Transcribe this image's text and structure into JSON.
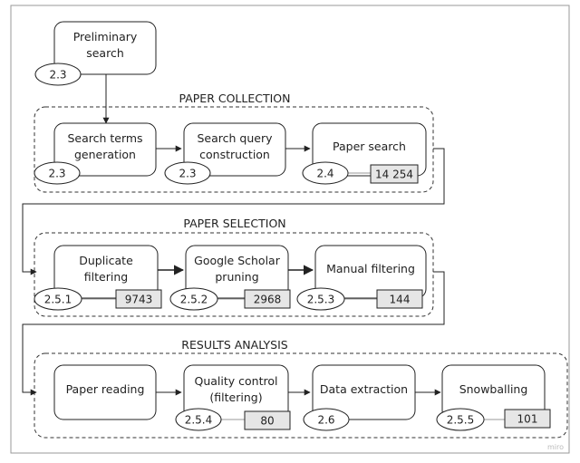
{
  "sections": [
    {
      "title": "PAPER COLLECTION"
    },
    {
      "title": "PAPER SELECTION"
    },
    {
      "title": "RESULTS ANALYSIS"
    }
  ],
  "nodes": [
    {
      "id": "preliminary",
      "lines": [
        "Preliminary",
        "search"
      ],
      "ref": "2.3",
      "count": ""
    },
    {
      "id": "terms",
      "lines": [
        "Search terms",
        "generation"
      ],
      "ref": "2.3",
      "count": ""
    },
    {
      "id": "query",
      "lines": [
        "Search query",
        "construction"
      ],
      "ref": "2.3",
      "count": ""
    },
    {
      "id": "papersearch",
      "lines": [
        "Paper search"
      ],
      "ref": "2.4",
      "count": "14 254"
    },
    {
      "id": "duplicate",
      "lines": [
        "Duplicate",
        "filtering"
      ],
      "ref": "2.5.1",
      "count": "9743"
    },
    {
      "id": "scholar",
      "lines": [
        "Google Scholar",
        "pruning"
      ],
      "ref": "2.5.2",
      "count": "2968"
    },
    {
      "id": "manual",
      "lines": [
        "Manual filtering"
      ],
      "ref": "2.5.3",
      "count": "144"
    },
    {
      "id": "reading",
      "lines": [
        "Paper reading"
      ],
      "ref": "",
      "count": ""
    },
    {
      "id": "quality",
      "lines": [
        "Quality control",
        "(filtering)"
      ],
      "ref": "2.5.4",
      "count": "80"
    },
    {
      "id": "extraction",
      "lines": [
        "Data extraction"
      ],
      "ref": "2.6",
      "count": ""
    },
    {
      "id": "snowballing",
      "lines": [
        "Snowballing"
      ],
      "ref": "2.5.5",
      "count": "101"
    }
  ],
  "watermark": "miro",
  "colors": {
    "stroke": "#222222",
    "count_fill": "#e6e6e6",
    "frame": "#999999"
  }
}
